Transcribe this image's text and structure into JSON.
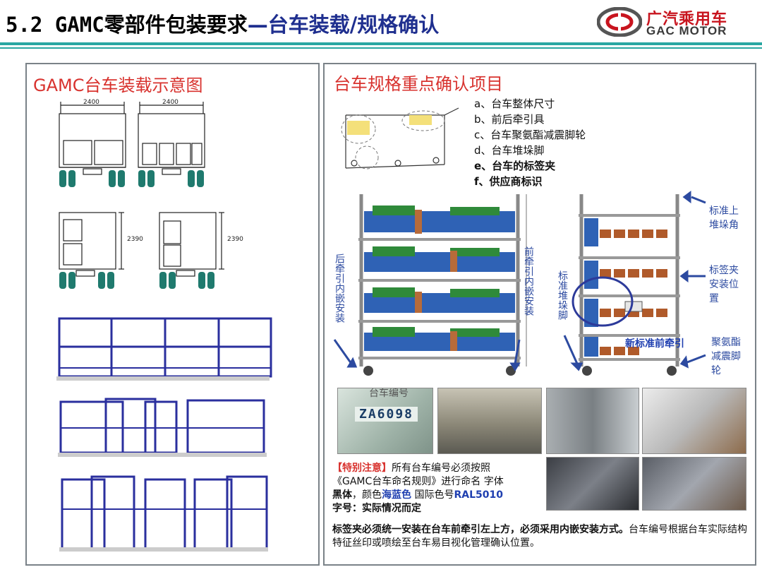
{
  "header": {
    "title_num": "5.2 GAMC",
    "title_black": "零部件包装要求",
    "title_blue": "—台车装载/规格确认",
    "logo_cn": "广汽乘用车",
    "logo_en": "GAC MOTOR"
  },
  "left_panel": {
    "title": "GAMC台车装载示意图",
    "dims": {
      "width_a": "2400",
      "width_b": "2400",
      "height_a": "2390",
      "height_b": "2390"
    }
  },
  "right_panel": {
    "title": "台车规格重点确认项目",
    "checklist": [
      "a、台车整体尺寸",
      "b、前后牵引具",
      "c、台车聚氨酯减震脚轮",
      "d、台车堆垛脚",
      "e、台车的标签夹",
      "f、供应商标识"
    ],
    "annotations": {
      "rear_tow": "后牵引内嵌安装",
      "front_tow": "前牵引内嵌安装",
      "stack_foot": "标准堆垛脚",
      "stack_corner": "标准上堆垛角",
      "label_clip_pos": "标签夹安装位置",
      "new_front_tow": "新标准前牵引",
      "pu_caster": "聚氨酯减震脚轮"
    },
    "photo_text": {
      "code_label": "台车编号",
      "code_value": "ZA6098"
    },
    "notice": {
      "tag": "【特别注意】",
      "line1": "所有台车编号必须按照",
      "line2": "《GAMC台车命名规则》进行命名 字体",
      "font_name": "黑体",
      "color_intro": "，颜色",
      "color_name": "海蓝色",
      "intl_intro": " 国际色号",
      "intl_code": "RAL5010",
      "size_rule": "字号：实际情况而定"
    },
    "bottom_note": {
      "bold": "标签夹必须统一安装在台车前牵引左上方，必须采用内嵌安装方式。",
      "normal": "台车编号根据台车实际结构特征丝印或喷绘至台车易目视化管理确认位置。"
    }
  },
  "icons": [
    "gac-logo-icon",
    "arrow-icon",
    "highlight-circle-icon"
  ],
  "colors": {
    "accent_teal": "#2aa7a2",
    "title_blue": "#1f2f8f",
    "heading_red": "#d8322e",
    "rack_blue": "#2a2f9e",
    "wheel_teal": "#1f7a6e",
    "annotation_blue": "#2c4aa0"
  }
}
